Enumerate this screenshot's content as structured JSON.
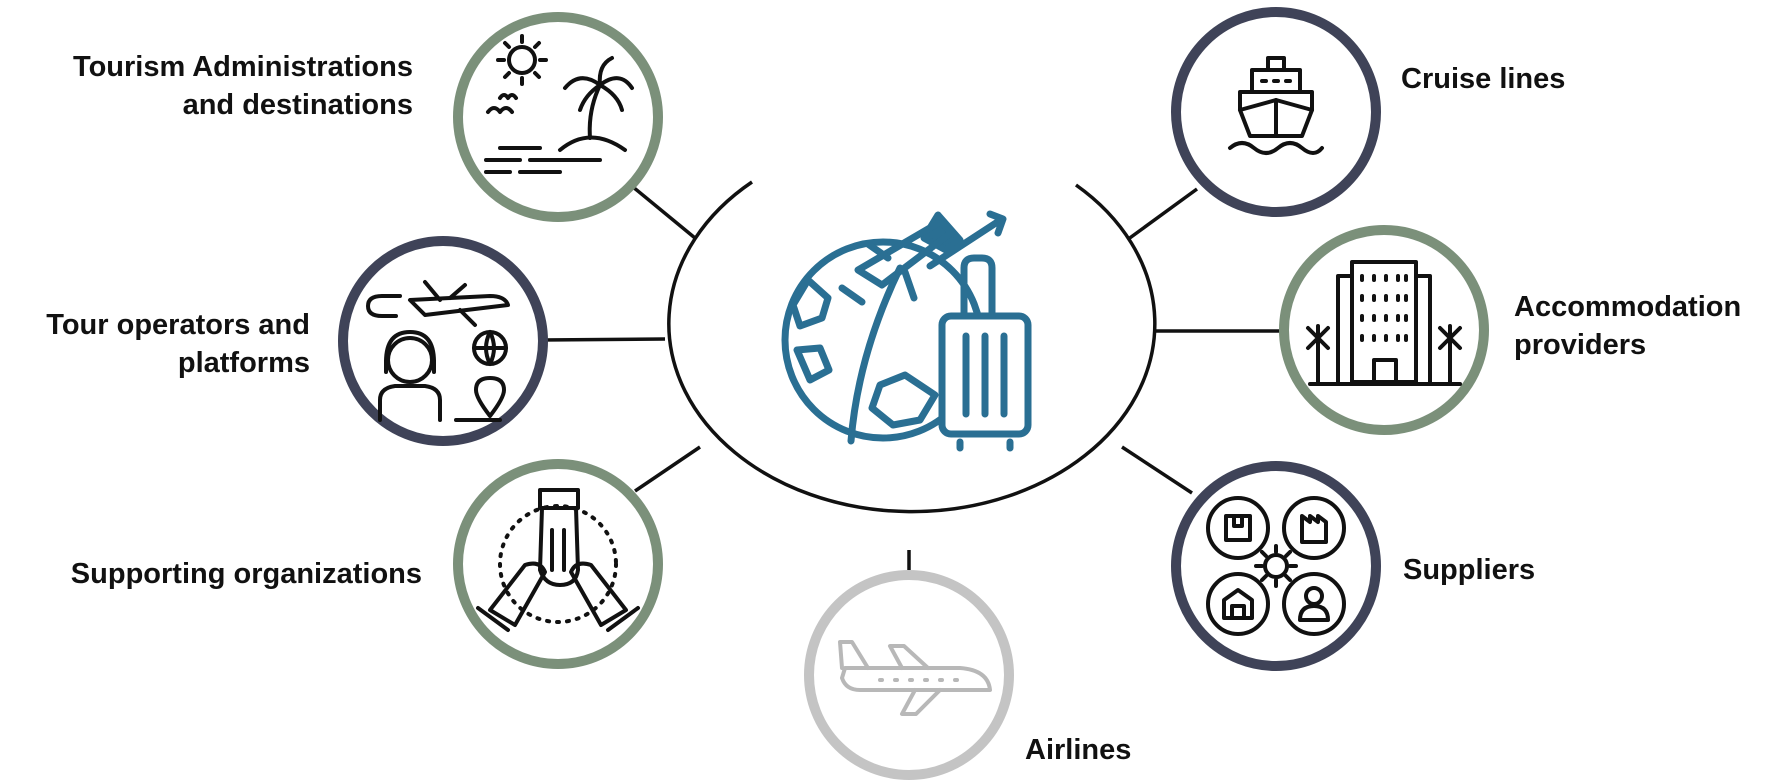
{
  "colors": {
    "green_ring": "#7b907a",
    "navy_ring": "#3f4358",
    "grey_ring": "#c4c4c4",
    "hub_icon": "#2a6f93",
    "line": "#111111"
  },
  "hub": {
    "icon": "globe-plane-luggage-icon"
  },
  "nodes": [
    {
      "id": "tourism-administrations",
      "lines": [
        "Tourism Administrations",
        "and destinations"
      ],
      "icon": "beach-palm-sun-icon",
      "ring": "green"
    },
    {
      "id": "tour-operators",
      "lines": [
        "Tour operators and",
        "platforms"
      ],
      "icon": "agent-headset-plane-icon",
      "ring": "navy"
    },
    {
      "id": "supporting-organizations",
      "lines": [
        "Supporting organizations"
      ],
      "icon": "hands-together-icon",
      "ring": "green"
    },
    {
      "id": "airlines",
      "lines": [
        "Airlines"
      ],
      "icon": "airplane-icon",
      "ring": "grey"
    },
    {
      "id": "suppliers",
      "lines": [
        "Suppliers"
      ],
      "icon": "supply-network-gear-icon",
      "ring": "navy"
    },
    {
      "id": "accommodation-providers",
      "lines": [
        "Accommodation",
        "providers"
      ],
      "icon": "hotel-building-icon",
      "ring": "green"
    },
    {
      "id": "cruise-lines",
      "lines": [
        "Cruise lines"
      ],
      "icon": "cruise-ship-icon",
      "ring": "navy"
    }
  ]
}
